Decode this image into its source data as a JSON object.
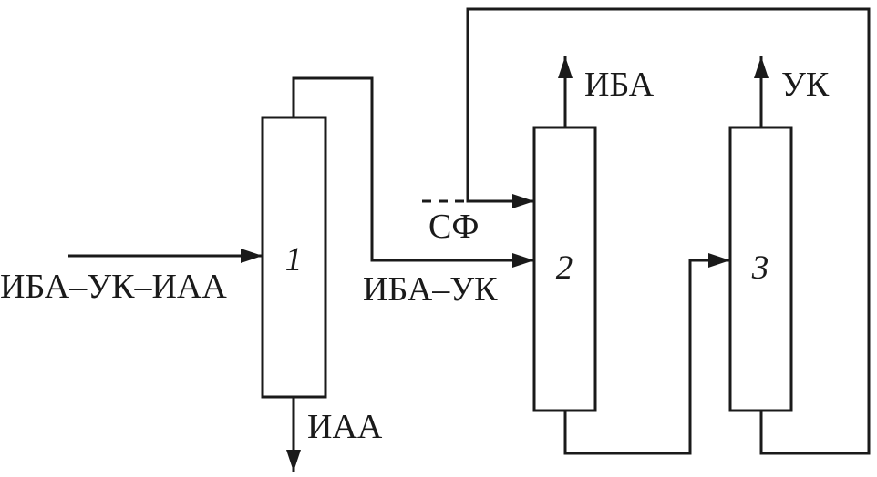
{
  "diagram": {
    "columns": [
      {
        "label": "1"
      },
      {
        "label": "2"
      },
      {
        "label": "3"
      }
    ],
    "streams": {
      "feed": "ИБА–УК–ИАА",
      "column1_overhead": "ИБА–УК",
      "column1_bottoms": "ИАА",
      "recycle_solvent": "СФ",
      "column2_overhead": "ИБА",
      "column3_overhead": "УК"
    },
    "colors": {
      "line": "#1a1a1a",
      "background": "#ffffff"
    }
  }
}
